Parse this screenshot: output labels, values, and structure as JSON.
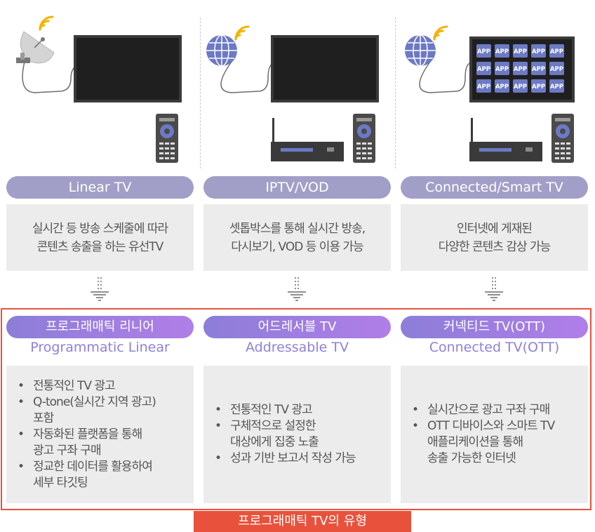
{
  "columns": [
    {
      "header": "Linear TV",
      "description": [
        "실시간 등 방송 스케줄에 따라",
        "콘텐츠 송출을 하는 유선TV"
      ],
      "type_ko": "프로그래매틱 리니어",
      "type_en": "Programmatic Linear",
      "features": [
        [
          "전통적인 TV 광고"
        ],
        [
          "Q-tone(실시간 지역 광고)",
          "포함"
        ],
        [
          "자동화된 플랫폼을 통해",
          "광고 구좌 구매"
        ],
        [
          "정교한 데이터를 활용하여",
          "세부 타깃팅"
        ]
      ]
    },
    {
      "header": "IPTV/VOD",
      "description": [
        "셋톱박스를 통해 실시간 방송,",
        "다시보기, VOD 등 이용 가능"
      ],
      "type_ko": "어드레서블 TV",
      "type_en": "Addressable TV",
      "features": [
        [
          "전통적인 TV 광고"
        ],
        [
          "구체적으로 설정한",
          "대상에게 집중 노출"
        ],
        [
          "성과 기반 보고서 작성 가능"
        ]
      ]
    },
    {
      "header": "Connected/Smart TV",
      "description": [
        "인터넷에 게재된",
        "다양한 콘텐츠 감상 가능"
      ],
      "type_ko": "커넥티드 TV(OTT)",
      "type_en": "Connected TV(OTT)",
      "features": [
        [
          "실시간으로 광고 구좌 구매"
        ],
        [
          "OTT 디바이스와 스마트 TV",
          "애플리케이션을 통해",
          "송출 가능한 인터넷"
        ]
      ]
    }
  ],
  "app_label": "APP",
  "bullet": "•",
  "footer_label": "프로그래매틱 TV의 유형",
  "colors": {
    "header_pill": "#a19fc7",
    "type_pill_start": "#8c7ed8",
    "type_pill_end": "#b07ee8",
    "type_en_text": "#8e80dc",
    "box_bg": "#ececec",
    "frame": "#e8523c"
  },
  "icons": [
    "satellite-dish-icon",
    "globe-icon",
    "wifi-icon",
    "tv-icon",
    "remote-control-icon",
    "set-top-box-icon",
    "down-arrow-icon"
  ]
}
